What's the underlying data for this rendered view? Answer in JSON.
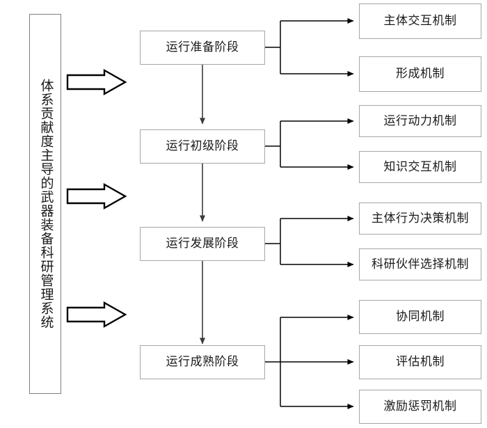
{
  "diagram": {
    "title_vertical": "体系贡献度主导的武器装备科研管理系统",
    "colors": {
      "box_border": "#a6a6a6",
      "container_border": "#7f7f7f",
      "line": "#000000",
      "text": "#1a1a1a",
      "background": "#ffffff"
    },
    "left_container": {
      "label": "体系贡献度主导的武器装备科研管理系统",
      "orientation": "vertical"
    },
    "block_arrows": [
      {
        "name": "block-arrow-1",
        "direction": "right"
      },
      {
        "name": "block-arrow-2",
        "direction": "right"
      },
      {
        "name": "block-arrow-3",
        "direction": "right"
      }
    ],
    "stages": [
      {
        "id": "stage-1",
        "label": "运行准备阶段",
        "mechanisms": [
          {
            "id": "mech-1-1",
            "label": "主体交互机制"
          },
          {
            "id": "mech-1-2",
            "label": "形成机制"
          }
        ]
      },
      {
        "id": "stage-2",
        "label": "运行初级阶段",
        "mechanisms": [
          {
            "id": "mech-2-1",
            "label": "运行动力机制"
          },
          {
            "id": "mech-2-2",
            "label": "知识交互机制"
          }
        ]
      },
      {
        "id": "stage-3",
        "label": "运行发展阶段",
        "mechanisms": [
          {
            "id": "mech-3-1",
            "label": "主体行为决策机制"
          },
          {
            "id": "mech-3-2",
            "label": "科研伙伴选择机制"
          }
        ]
      },
      {
        "id": "stage-4",
        "label": "运行成熟阶段",
        "mechanisms": [
          {
            "id": "mech-4-1",
            "label": "协同机制"
          },
          {
            "id": "mech-4-2",
            "label": "评估机制"
          },
          {
            "id": "mech-4-3",
            "label": "激励惩罚机制"
          }
        ]
      }
    ]
  }
}
